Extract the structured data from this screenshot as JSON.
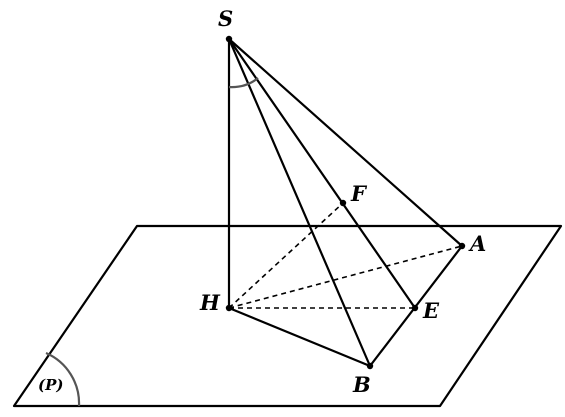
{
  "figure": {
    "plane_label": "(P)",
    "points": {
      "S": "S",
      "A": "A",
      "B": "B",
      "E": "E",
      "F": "F",
      "H": "H"
    },
    "line_color": "#000000",
    "angle_arc_color": "#555555"
  }
}
